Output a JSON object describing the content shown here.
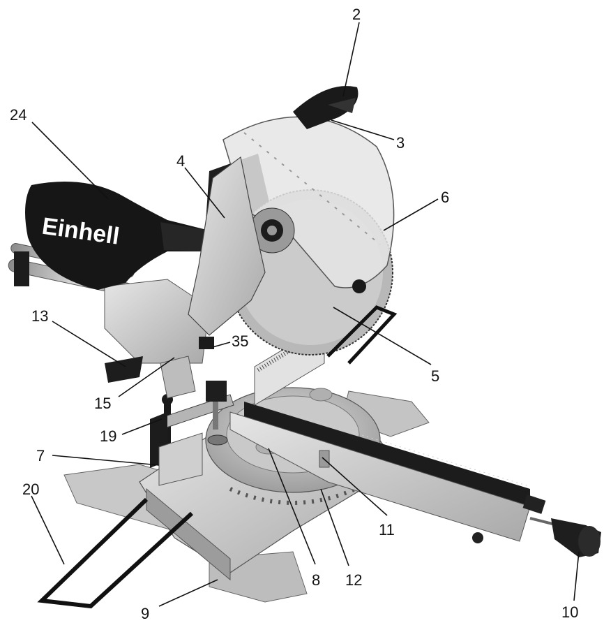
{
  "brand": {
    "logo_text": "Einhell"
  },
  "callouts": [
    {
      "id": "label-2",
      "text": "2"
    },
    {
      "id": "label-3",
      "text": "3"
    },
    {
      "id": "label-24",
      "text": "24"
    },
    {
      "id": "label-4",
      "text": "4"
    },
    {
      "id": "label-6",
      "text": "6"
    },
    {
      "id": "label-13",
      "text": "13"
    },
    {
      "id": "label-35",
      "text": "35"
    },
    {
      "id": "label-5",
      "text": "5"
    },
    {
      "id": "label-15",
      "text": "15"
    },
    {
      "id": "label-19",
      "text": "19"
    },
    {
      "id": "label-7",
      "text": "7"
    },
    {
      "id": "label-20",
      "text": "20"
    },
    {
      "id": "label-11",
      "text": "11"
    },
    {
      "id": "label-12",
      "text": "12"
    },
    {
      "id": "label-8",
      "text": "8"
    },
    {
      "id": "label-9",
      "text": "9"
    },
    {
      "id": "label-10",
      "text": "10"
    }
  ]
}
